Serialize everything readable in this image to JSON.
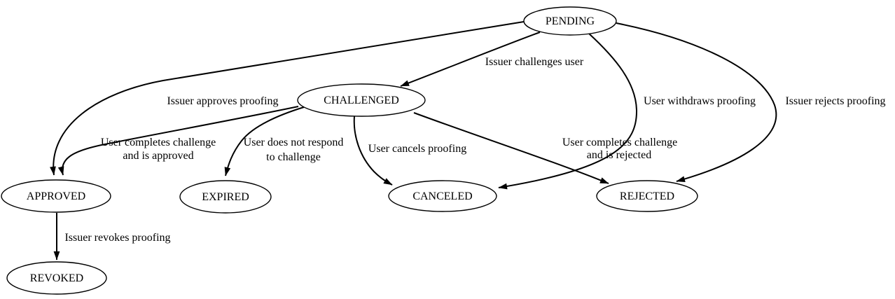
{
  "diagram": {
    "kind": "state-transition-graph",
    "background_color": "#ffffff",
    "stroke_color": "#000000",
    "text_color": "#000000",
    "nodes": [
      {
        "id": "pending",
        "label": "PENDING"
      },
      {
        "id": "challenged",
        "label": "CHALLENGED"
      },
      {
        "id": "approved",
        "label": "APPROVED"
      },
      {
        "id": "expired",
        "label": "EXPIRED"
      },
      {
        "id": "canceled",
        "label": "CANCELED"
      },
      {
        "id": "rejected",
        "label": "REJECTED"
      },
      {
        "id": "revoked",
        "label": "REVOKED"
      }
    ],
    "edges": [
      {
        "from": "PENDING",
        "to": "CHALLENGED",
        "label": "Issuer challenges user",
        "lines": [
          "Issuer challenges user"
        ]
      },
      {
        "from": "PENDING",
        "to": "APPROVED",
        "label": "Issuer approves proofing",
        "lines": [
          "Issuer approves proofing"
        ]
      },
      {
        "from": "CHALLENGED",
        "to": "APPROVED",
        "label": "User completes challenge and is approved",
        "lines": [
          "User completes challenge",
          "and is approved"
        ]
      },
      {
        "from": "CHALLENGED",
        "to": "EXPIRED",
        "label": "User does not respond to challenge",
        "lines": [
          "User does not respond",
          "to challenge"
        ]
      },
      {
        "from": "CHALLENGED",
        "to": "CANCELED",
        "label": "User cancels proofing",
        "lines": [
          "User cancels proofing"
        ]
      },
      {
        "from": "CHALLENGED",
        "to": "REJECTED",
        "label": "User completes challenge and is rejected",
        "lines": [
          "User completes challenge",
          "and is rejected"
        ]
      },
      {
        "from": "PENDING",
        "to": "CANCELED",
        "label": "User withdraws proofing",
        "lines": [
          "User withdraws proofing"
        ]
      },
      {
        "from": "PENDING",
        "to": "REJECTED",
        "label": "Issuer rejects proofing",
        "lines": [
          "Issuer rejects proofing"
        ]
      },
      {
        "from": "APPROVED",
        "to": "REVOKED",
        "label": "Issuer revokes proofing",
        "lines": [
          "Issuer revokes proofing"
        ]
      }
    ]
  }
}
